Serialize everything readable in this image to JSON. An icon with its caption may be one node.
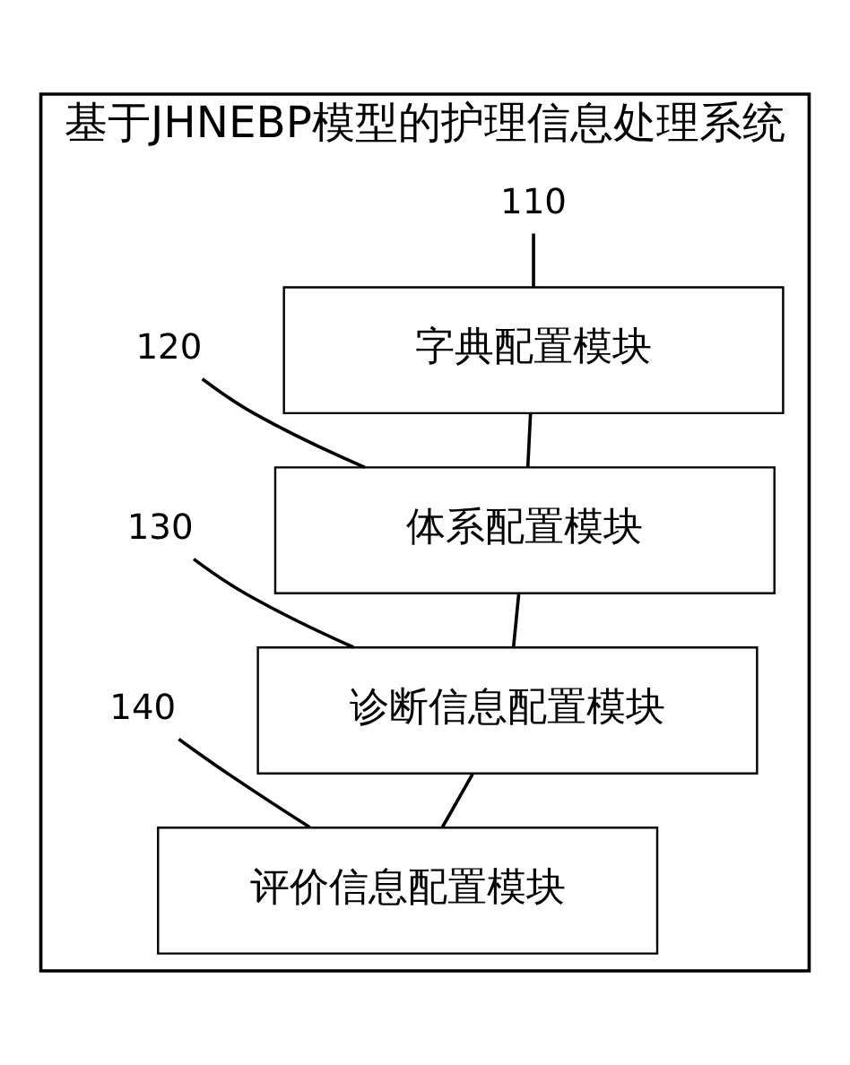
{
  "diagram": {
    "nodes": [
      {
        "text": [
          "基于JHNEBP模型的护理信息处理系统"
        ]
      },
      {
        "text": [
          "110"
        ],
        "in": 0
      },
      {
        "text": [
          "字典配置模块"
        ],
        "in": 0
      },
      {
        "text": [
          "120"
        ],
        "in": 0
      },
      {
        "text": [
          "体系配置模块"
        ],
        "in": 0
      },
      {
        "text": [
          "130"
        ],
        "in": 0
      },
      {
        "text": [
          "诊断信息配置模块"
        ],
        "in": 0
      },
      {
        "text": [
          "140"
        ],
        "in": 0
      },
      {
        "text": [
          "评价信息配置模块"
        ],
        "in": 0
      }
    ],
    "edges": [
      {
        "from": 1,
        "to": 2,
        "arrow": "none"
      },
      {
        "from": 2,
        "to": 4,
        "arrow": "none"
      },
      {
        "from": 3,
        "to": 4,
        "arrow": "none"
      },
      {
        "from": 4,
        "to": 6,
        "arrow": "none"
      },
      {
        "from": 5,
        "to": 6,
        "arrow": "none"
      },
      {
        "from": 6,
        "to": 8,
        "arrow": "none"
      },
      {
        "from": 7,
        "to": 8,
        "arrow": "none"
      }
    ]
  }
}
